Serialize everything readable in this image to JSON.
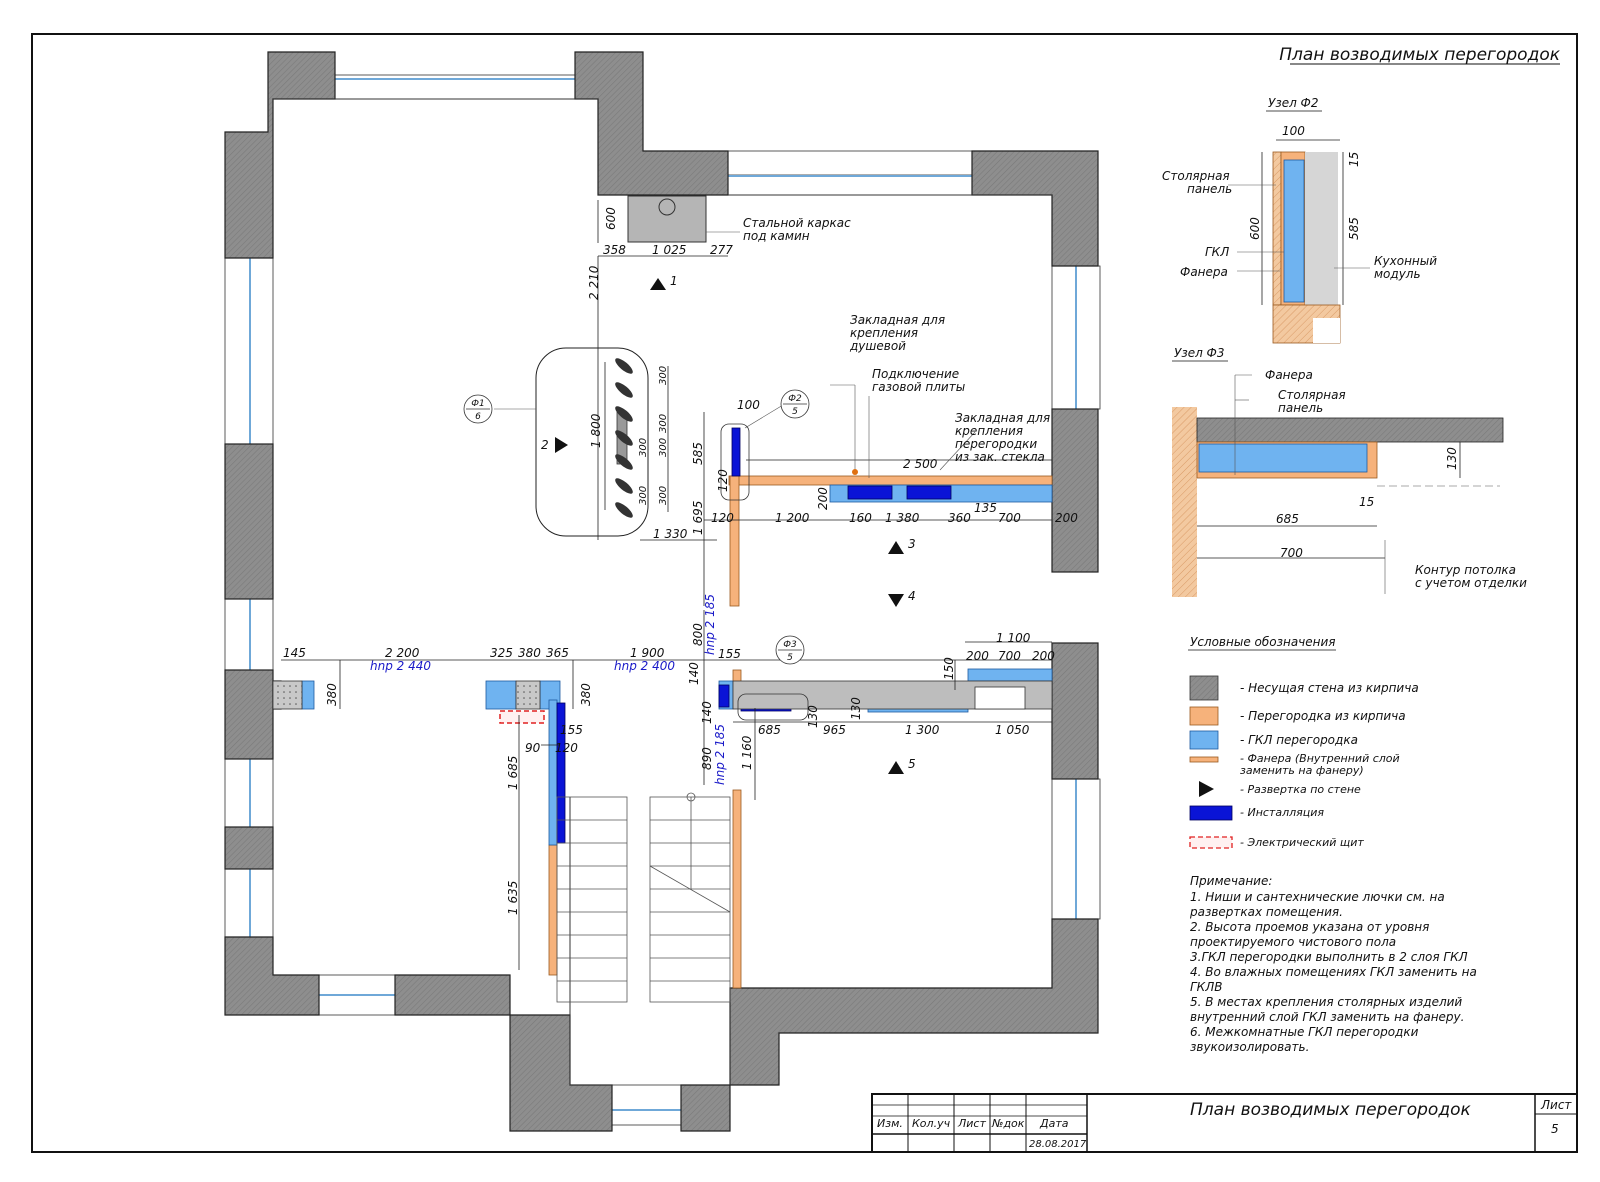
{
  "sheet_title": "План возводимых перегородок",
  "dimensions": [
    {
      "id": "d600a",
      "text": "600"
    },
    {
      "id": "d358",
      "text": "358"
    },
    {
      "id": "d1025",
      "text": "1 025"
    },
    {
      "id": "d277",
      "text": "277"
    },
    {
      "id": "d2210",
      "text": "2 210"
    },
    {
      "id": "d1800",
      "text": "1 800"
    },
    {
      "id": "d1330",
      "text": "1 330"
    },
    {
      "id": "d300a",
      "text": "300"
    },
    {
      "id": "d300b",
      "text": "300"
    },
    {
      "id": "d300c",
      "text": "300"
    },
    {
      "id": "d300d",
      "text": "300"
    },
    {
      "id": "d300e",
      "text": "300"
    },
    {
      "id": "d300f",
      "text": "300"
    },
    {
      "id": "d100a",
      "text": "100"
    },
    {
      "id": "d585a",
      "text": "585"
    },
    {
      "id": "d120a",
      "text": "120"
    },
    {
      "id": "d1695",
      "text": "1 695"
    },
    {
      "id": "d2500",
      "text": "2 500"
    },
    {
      "id": "d200a",
      "text": "200"
    },
    {
      "id": "d120b",
      "text": "120"
    },
    {
      "id": "d1200",
      "text": "1 200"
    },
    {
      "id": "d160",
      "text": "160"
    },
    {
      "id": "d1380",
      "text": "1 380"
    },
    {
      "id": "d360",
      "text": "360"
    },
    {
      "id": "d135",
      "text": "135"
    },
    {
      "id": "d700a",
      "text": "700"
    },
    {
      "id": "d200b",
      "text": "200"
    },
    {
      "id": "d800",
      "text": "800"
    },
    {
      "id": "d155a",
      "text": "155"
    },
    {
      "id": "d145",
      "text": "145"
    },
    {
      "id": "d2200",
      "text": "2 200"
    },
    {
      "id": "d325",
      "text": "325"
    },
    {
      "id": "d380a",
      "text": "380"
    },
    {
      "id": "d365",
      "text": "365"
    },
    {
      "id": "d1900",
      "text": "1 900"
    },
    {
      "id": "d380b",
      "text": "380"
    },
    {
      "id": "d380c",
      "text": "380"
    },
    {
      "id": "d140a",
      "text": "140"
    },
    {
      "id": "d140b",
      "text": "140"
    },
    {
      "id": "d155b",
      "text": "155"
    },
    {
      "id": "d90",
      "text": "90"
    },
    {
      "id": "d120c",
      "text": "120"
    },
    {
      "id": "d1685",
      "text": "1 685"
    },
    {
      "id": "d1635",
      "text": "1 635"
    },
    {
      "id": "d890",
      "text": "890"
    },
    {
      "id": "d1160",
      "text": "1 160"
    },
    {
      "id": "d685a",
      "text": "685"
    },
    {
      "id": "d130a",
      "text": "130"
    },
    {
      "id": "d965",
      "text": "965"
    },
    {
      "id": "d130b",
      "text": "130"
    },
    {
      "id": "d1300",
      "text": "1 300"
    },
    {
      "id": "d1050",
      "text": "1 050"
    },
    {
      "id": "d150",
      "text": "150"
    },
    {
      "id": "d1100",
      "text": "1 100"
    },
    {
      "id": "d200c",
      "text": "200"
    },
    {
      "id": "d700b",
      "text": "700"
    },
    {
      "id": "d200d",
      "text": "200"
    }
  ],
  "openings": [
    {
      "id": "hnp1",
      "text": "hnp 2 440"
    },
    {
      "id": "hnp2",
      "text": "hnp 2 400"
    },
    {
      "id": "hnp3",
      "text": "hnp 2 185"
    },
    {
      "id": "hnp4",
      "text": "hnp 2 185"
    }
  ],
  "views": [
    {
      "id": "v1",
      "text": "1"
    },
    {
      "id": "v2",
      "text": "2"
    },
    {
      "id": "v3",
      "text": "3"
    },
    {
      "id": "v4",
      "text": "4"
    },
    {
      "id": "v5",
      "text": "5"
    }
  ],
  "callouts": [
    {
      "id": "f1",
      "top": "Ф1",
      "bottom": "6"
    },
    {
      "id": "f2",
      "top": "Ф2",
      "bottom": "5"
    },
    {
      "id": "f3",
      "top": "Ф3",
      "bottom": "5"
    }
  ],
  "plan_notes": {
    "fireplace": [
      "Стальной каркас",
      "под камин"
    ],
    "shower": [
      "Закладная для",
      "крепления",
      "душевой"
    ],
    "gas": [
      "Подключение",
      "газовой плиты"
    ],
    "glass": [
      "Закладная для",
      "крепления",
      "перегородки",
      "из зак. стекла"
    ]
  },
  "node_f2": {
    "title": "Узел Ф2",
    "dims": [
      "100",
      "15",
      "600",
      "585"
    ],
    "labels": {
      "panel": [
        "Столярная",
        "панель"
      ],
      "gkl": "ГКЛ",
      "plywood": "Фанера",
      "module": [
        "Кухонный",
        "модуль"
      ]
    }
  },
  "node_f3": {
    "title": "Узел Ф3",
    "dims": [
      "130",
      "15",
      "685",
      "700"
    ],
    "labels": {
      "plywood": "Фанера",
      "panel": [
        "Столярная",
        "панель"
      ],
      "contour": [
        "Контур потолка",
        "с учетом отделки"
      ]
    }
  },
  "legend": {
    "title": "Условные обозначения",
    "items": [
      {
        "kind": "wall",
        "lines": [
          "- Несущая стена из кирпича"
        ]
      },
      {
        "kind": "brick",
        "lines": [
          "- Перегородка из кирпича"
        ]
      },
      {
        "kind": "gkl",
        "lines": [
          "- ГКЛ перегородка"
        ]
      },
      {
        "kind": "plywood",
        "lines": [
          "- Фанера (Внутренний слой",
          "заменить на фанеру)"
        ]
      },
      {
        "kind": "arrow",
        "lines": [
          "- Развертка по стене"
        ]
      },
      {
        "kind": "install",
        "lines": [
          "- Инсталляция"
        ]
      },
      {
        "kind": "panel",
        "lines": [
          "- Электрический щит"
        ]
      }
    ]
  },
  "notes": {
    "title": "Примечание:",
    "lines": [
      "1. Ниши и сантехнические лючки см. на",
      "развертках помещения.",
      "2. Высота проемов указана от уровня",
      "проектируемого чистового пола",
      "3.ГКЛ перегородки выполнить в 2 слоя ГКЛ",
      "4. Во влажных помещениях ГКЛ заменить на",
      "ГКЛВ",
      "5. В местах крепления столярных изделий",
      "внутренний слой ГКЛ заменить на фанеру.",
      "6. Межкомнатные ГКЛ перегородки",
      "звукоизолировать."
    ]
  },
  "stamp": {
    "title": "План возводимых перегородок",
    "cols": [
      "Изм.",
      "Кол.уч",
      "Лист",
      "№док",
      "Дата"
    ],
    "date": "28.08.2017",
    "sheet_label": "Лист",
    "sheet_no": "5"
  },
  "colors": {
    "wall": "#8a8a8a",
    "brick": "#f6b27b",
    "gkl": "#6fb3f0",
    "install": "#0a14d6",
    "panel": "#e02020",
    "dim_blue": "#1a1ac8"
  }
}
